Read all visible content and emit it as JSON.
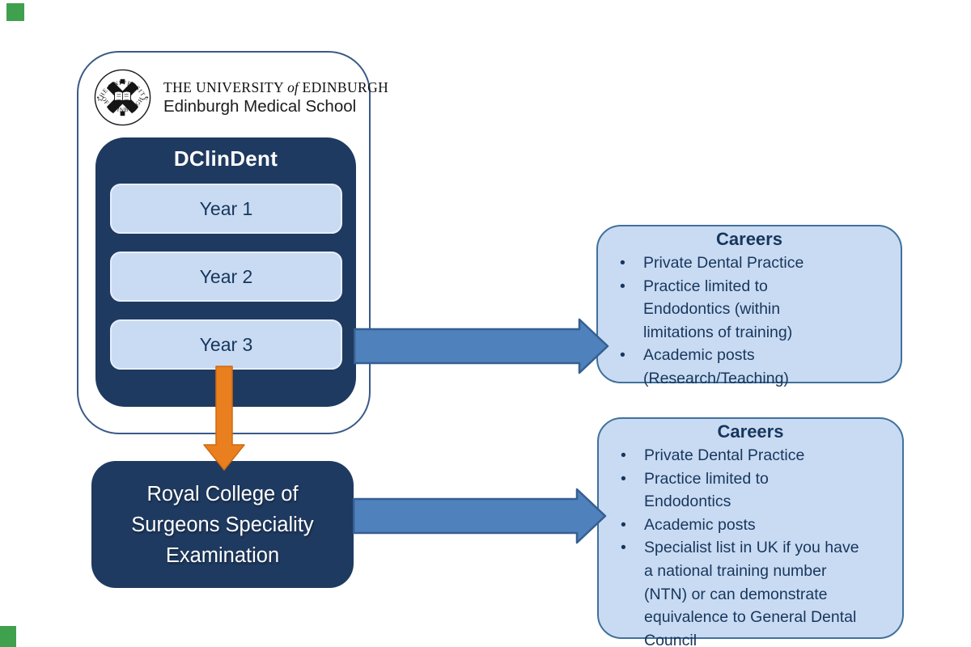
{
  "colors": {
    "navy_box": "#1f3a60",
    "light_blue_fill": "#c9dbf2",
    "careers_border": "#41719c",
    "arrow_blue_fill": "#4f81bd",
    "arrow_blue_outline": "#365f91",
    "arrow_orange_fill": "#ea7f1f",
    "arrow_orange_outline": "#ce6a10",
    "text_navy": "#17365d",
    "corner_marker_green": "#3fa14e"
  },
  "logo": {
    "ring_top": "THE UNIVERSITY",
    "ring_bottom": "OF EDINBURGH",
    "name_prefix": "THE UNIVERSITY",
    "name_of": "of",
    "name_suffix": "EDINBURGH",
    "school": "Edinburgh Medical School"
  },
  "program": {
    "title": "DClinDent",
    "years": [
      {
        "label": "Year 1"
      },
      {
        "label": "Year 2"
      },
      {
        "label": "Year 3"
      }
    ]
  },
  "exam": {
    "lines": [
      "Royal College of",
      "Surgeons Speciality",
      "Examination"
    ]
  },
  "careers_top": {
    "title": "Careers",
    "rows": [
      {
        "m": "•",
        "t": "Private Dental Practice"
      },
      {
        "m": "•",
        "t": "Practice limited to"
      },
      {
        "m": "",
        "t": "Endodontics (within"
      },
      {
        "m": "",
        "t": "limitations of training)"
      },
      {
        "m": "•",
        "t": "Academic posts"
      },
      {
        "m": "",
        "t": "(Research/Teaching)"
      }
    ]
  },
  "careers_bottom": {
    "title": "Careers",
    "rows": [
      {
        "m": "•",
        "t": "Private Dental Practice"
      },
      {
        "m": "•",
        "t": "Practice limited to"
      },
      {
        "m": "",
        "t": "Endodontics"
      },
      {
        "m": "•",
        "t": "Academic posts"
      },
      {
        "m": "•",
        "t": "Specialist list in UK if you have"
      },
      {
        "m": "",
        "t": "a national training number"
      },
      {
        "m": "",
        "t": "(NTN) or can demonstrate"
      },
      {
        "m": "",
        "t": "equivalence to General Dental"
      },
      {
        "m": "",
        "t": "Council"
      }
    ]
  }
}
